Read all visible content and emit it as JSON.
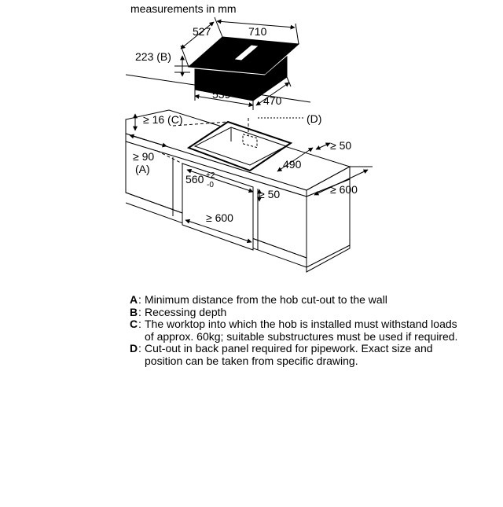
{
  "title": "measurements in mm",
  "dimensions": {
    "hob_depth": "527",
    "hob_width": "710",
    "recess_value": "223",
    "recess_key": "B",
    "body_width": "539",
    "body_depth": "470",
    "worktop_thickness": "≥ 16",
    "worktop_key": "C",
    "pipe_key": "D",
    "wall_distance": "≥ 90",
    "wall_key": "A",
    "cutout_width": "560",
    "cutout_tol_plus": "+2",
    "cutout_tol_minus": "-0",
    "cutout_depth": "490",
    "front_edge": "≥ 50",
    "side_clearance": "≥ 50",
    "inner_width": "≥ 600",
    "cabinet_depth": "≥ 600"
  },
  "legend": [
    {
      "key": "A",
      "text": "Minimum distance from the hob cut-out to the wall"
    },
    {
      "key": "B",
      "text": "Recessing depth"
    },
    {
      "key": "C",
      "text": "The worktop into which the hob is installed must withstand loads of approx. 60kg; suitable substructures must be used if required."
    },
    {
      "key": "D",
      "text": "Cut-out in back panel required for pipework. Exact size and position can be taken from specific drawing."
    }
  ]
}
